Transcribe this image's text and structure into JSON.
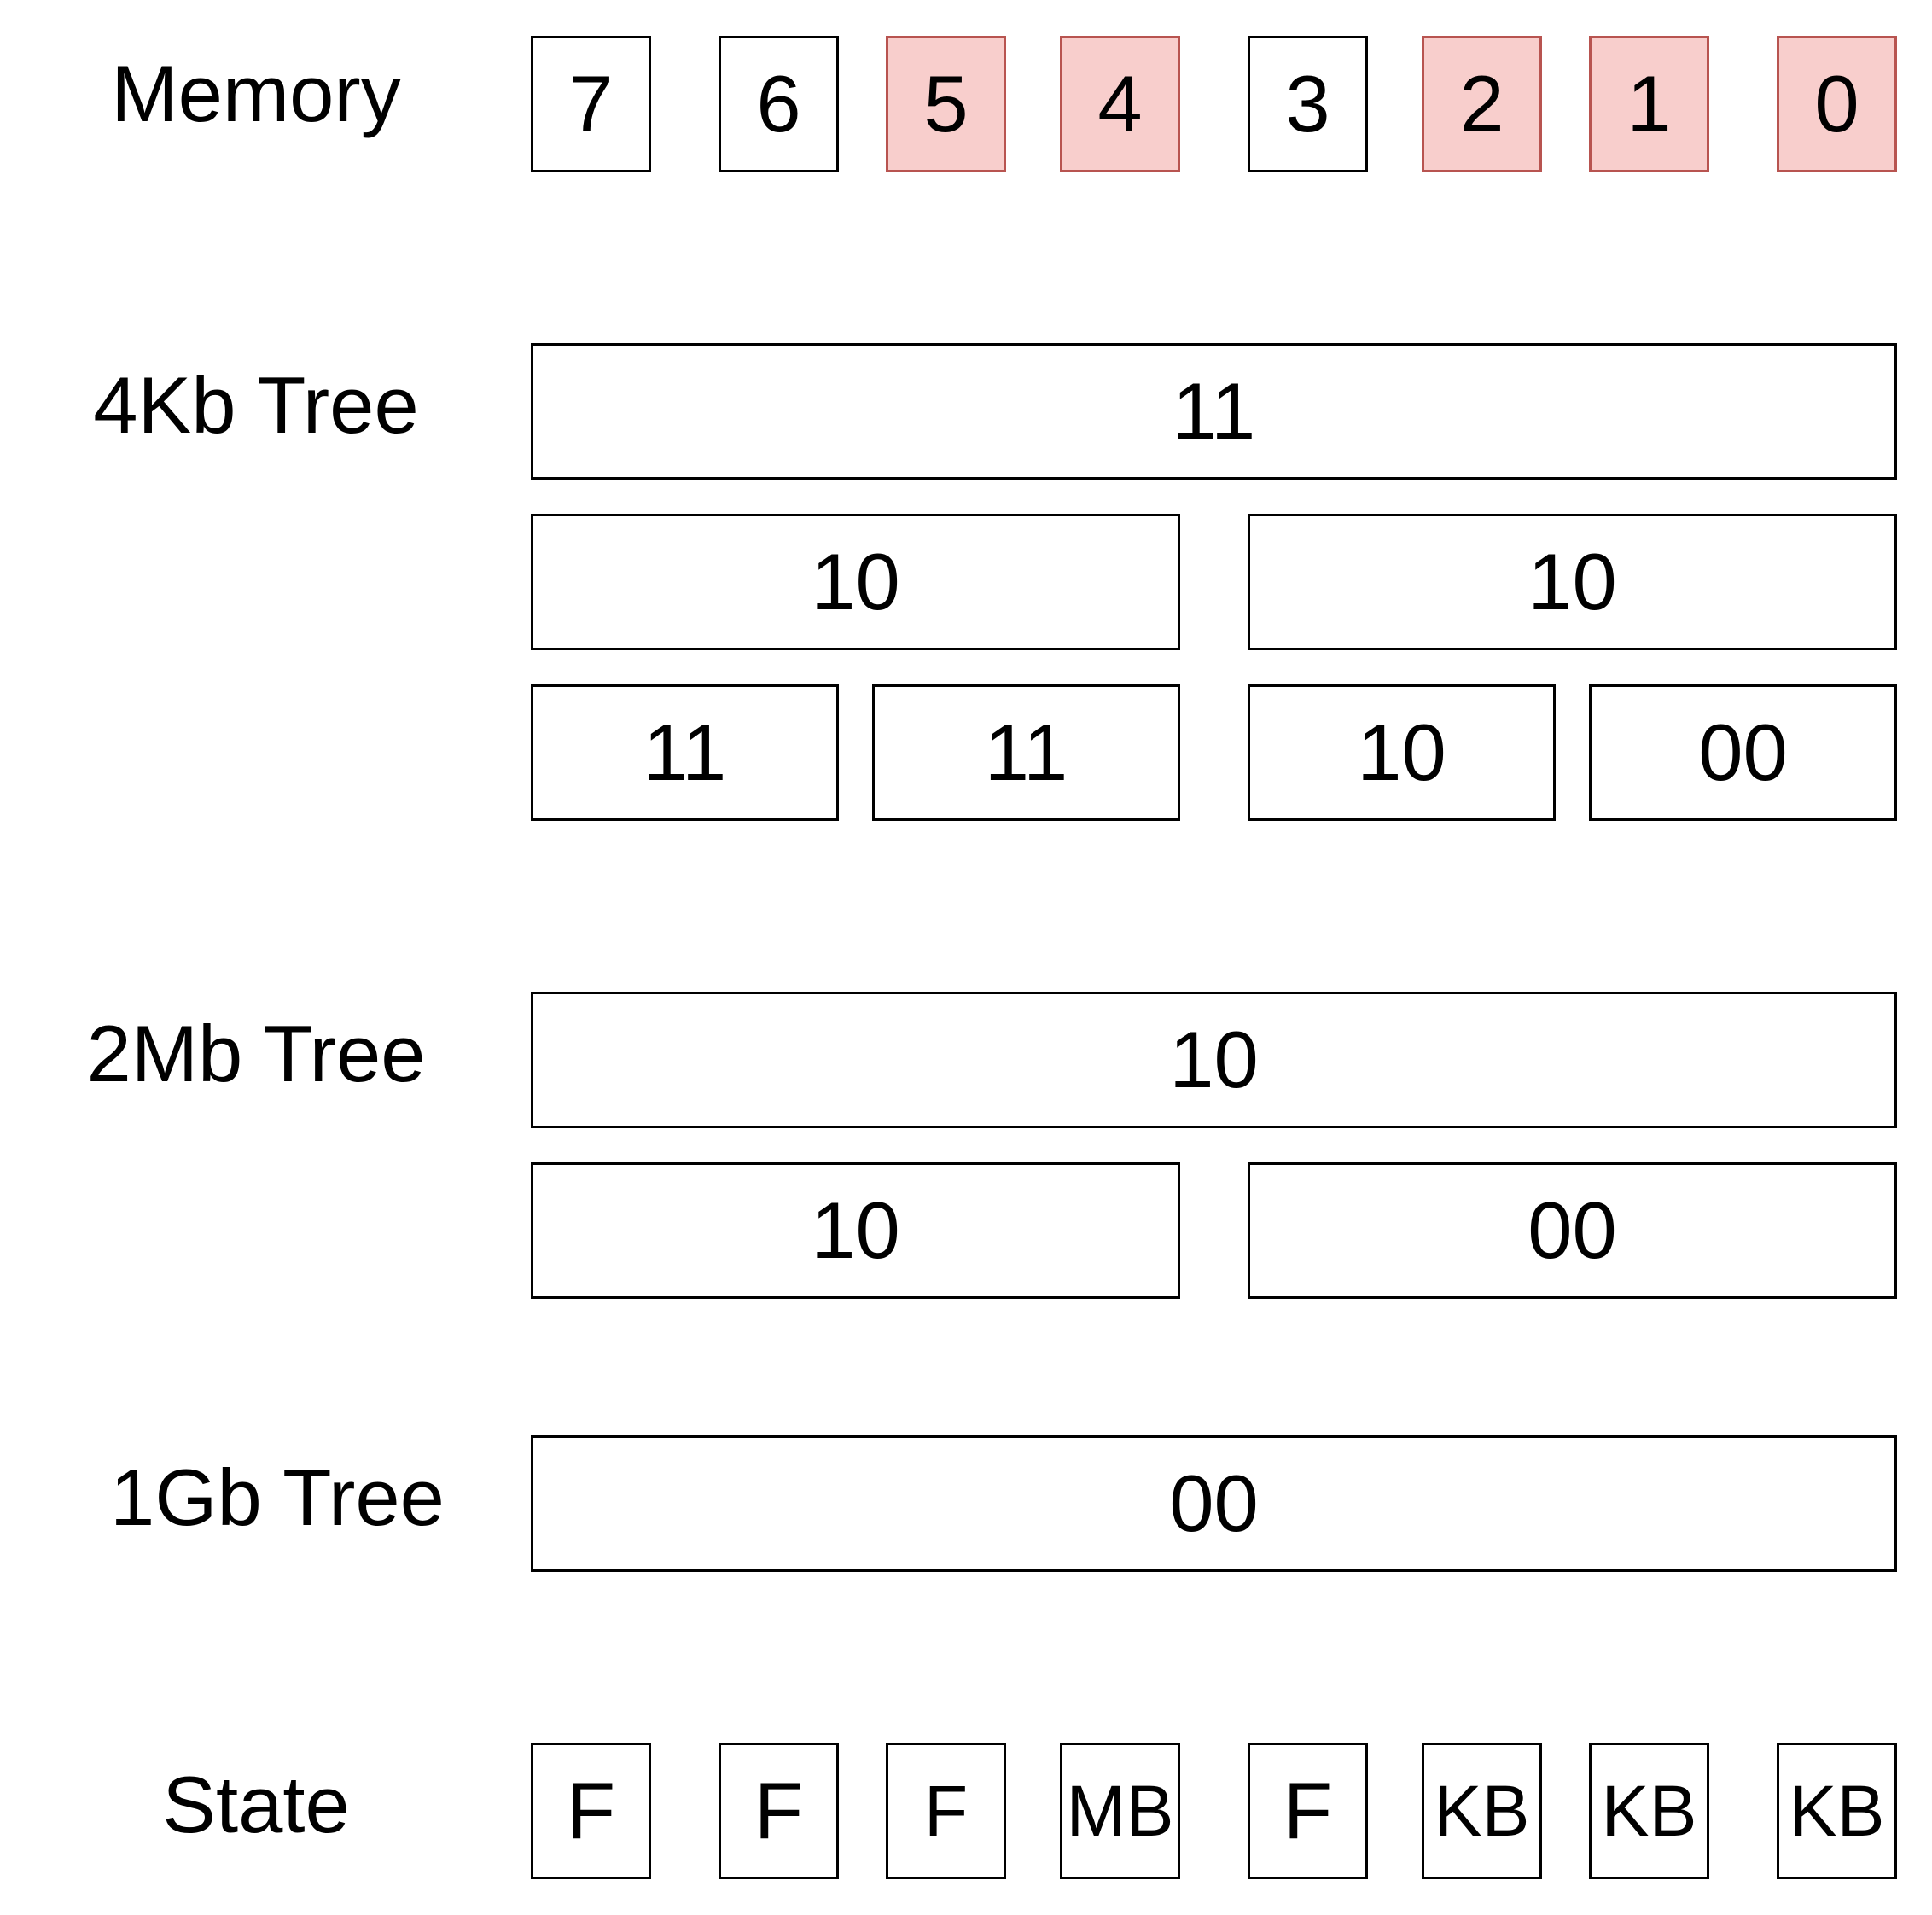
{
  "labels": {
    "memory": "Memory",
    "tree4kb": "4Kb Tree",
    "tree2mb": "2Mb Tree",
    "tree1gb": "1Gb Tree",
    "state": "State"
  },
  "memory": [
    "7",
    "6",
    "5",
    "4",
    "3",
    "2",
    "1",
    "0"
  ],
  "memory_highlighted": [
    false,
    false,
    true,
    true,
    false,
    true,
    true,
    true
  ],
  "highlight_color": "#f8cecc",
  "highlight_border_color": "#b85450",
  "tree4kb": {
    "root": "11",
    "level1": [
      "10",
      "10"
    ],
    "level2": [
      "11",
      "11",
      "10",
      "00"
    ]
  },
  "tree2mb": {
    "root": "10",
    "level1": [
      "10",
      "00"
    ]
  },
  "tree1gb": {
    "root": "00"
  },
  "state": [
    "F",
    "F",
    "F",
    "MB",
    "F",
    "KB",
    "KB",
    "KB"
  ]
}
